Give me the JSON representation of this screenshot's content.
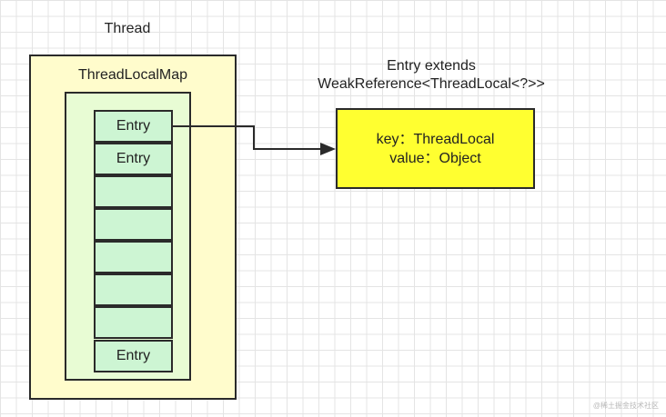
{
  "thread": {
    "title": "Thread"
  },
  "thread_local_map": {
    "title": "ThreadLocalMap",
    "slots": [
      "Entry",
      "Entry",
      "",
      "",
      "",
      "",
      "",
      "Entry"
    ]
  },
  "entry_class": {
    "heading_line1": "Entry extends",
    "heading_line2": "WeakReference<ThreadLocal<?>>",
    "key_line": "key：ThreadLocal",
    "value_line": "value：Object"
  },
  "colors": {
    "thread_fill": "#fffccc",
    "map_fill": "#e8fcd4",
    "slot_fill": "#cdf5d3",
    "entry_box_fill": "#ffff30",
    "stroke": "#2a2a2a"
  },
  "watermark": "@稀土掘金技术社区"
}
